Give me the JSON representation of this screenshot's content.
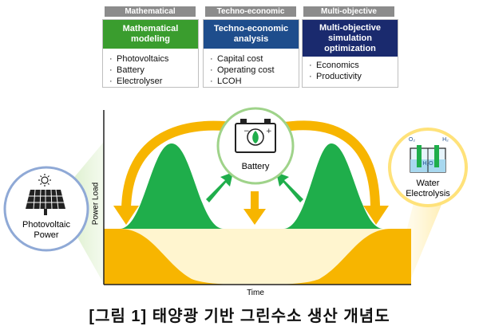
{
  "tabs": [
    "Mathematical",
    "Techno-economic",
    "Multi-objective"
  ],
  "cards": [
    {
      "title": "Mathematical modeling",
      "items": [
        "Photovoltaics",
        "Battery",
        "Electrolyser"
      ],
      "color": "#3a9d2e"
    },
    {
      "title": "Techno-economic analysis",
      "items": [
        "Capital cost",
        "Operating cost",
        "LCOH"
      ],
      "color": "#1e4d8c"
    },
    {
      "title": "Multi-objective simulation optimization",
      "items": [
        "Economics",
        "Productivity"
      ],
      "color": "#1a2a6e"
    }
  ],
  "diagram": {
    "y_axis_label": "Power Load",
    "x_axis_label": "Time",
    "battery_label": "Battery",
    "pv_label_line1": "Photovoltaic",
    "pv_label_line2": "Power",
    "water_label_line1": "Water",
    "water_label_line2": "Electrolysis",
    "o2_label": "O₂",
    "h2_label": "H₂",
    "h2o_label": "H₂O"
  },
  "caption": "[그림 1] 태양광 기반 그린수소 생산 개념도",
  "colors": {
    "green": "#1fae4b",
    "yellow": "#f7b500",
    "light_yellow": "#fff5cf",
    "tab_gray": "#8c8c8c"
  }
}
